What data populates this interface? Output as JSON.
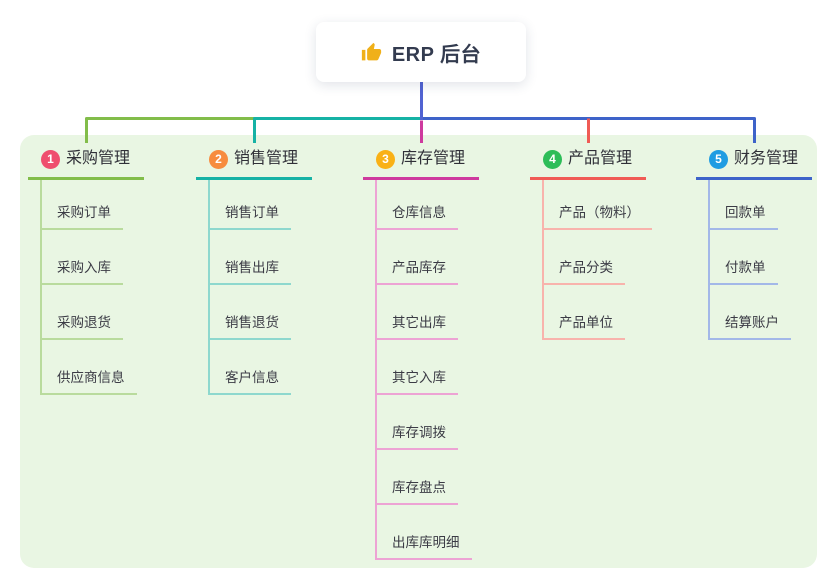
{
  "root": {
    "title": "ERP 后台",
    "icon": "thumbs-up-icon"
  },
  "colors": {
    "canvas_bg": "#ffffff",
    "panel_bg": "#e9f6e3",
    "root_line": "#5163d2",
    "root_text": "#333b4f",
    "node_text": "#3b3b45",
    "thumb_icon": "#f0b019"
  },
  "branches": [
    {
      "index": "1",
      "label": "采购管理",
      "badge_color": "#ef4e6e",
      "line_color": "#82bd4a",
      "light_color": "#b9db9d",
      "children": [
        "采购订单",
        "采购入库",
        "采购退货",
        "供应商信息"
      ]
    },
    {
      "index": "2",
      "label": "销售管理",
      "badge_color": "#f78c3e",
      "line_color": "#16b2a5",
      "light_color": "#8ed8ce",
      "children": [
        "销售订单",
        "销售出库",
        "销售退货",
        "客户信息"
      ]
    },
    {
      "index": "3",
      "label": "库存管理",
      "badge_color": "#f9b116",
      "line_color": "#ce3a9e",
      "light_color": "#eda3d4",
      "children": [
        "仓库信息",
        "产品库存",
        "其它出库",
        "其它入库",
        "库存调拨",
        "库存盘点",
        "出库库明细"
      ]
    },
    {
      "index": "4",
      "label": "产品管理",
      "badge_color": "#2dbd58",
      "line_color": "#f05b55",
      "light_color": "#f8b3ac",
      "children": [
        "产品（物料）",
        "产品分类",
        "产品单位"
      ]
    },
    {
      "index": "5",
      "label": "财务管理",
      "badge_color": "#1f9ce2",
      "line_color": "#3e63c9",
      "light_color": "#a3b8e8",
      "children": [
        "回款单",
        "付款单",
        "结算账户"
      ]
    }
  ]
}
